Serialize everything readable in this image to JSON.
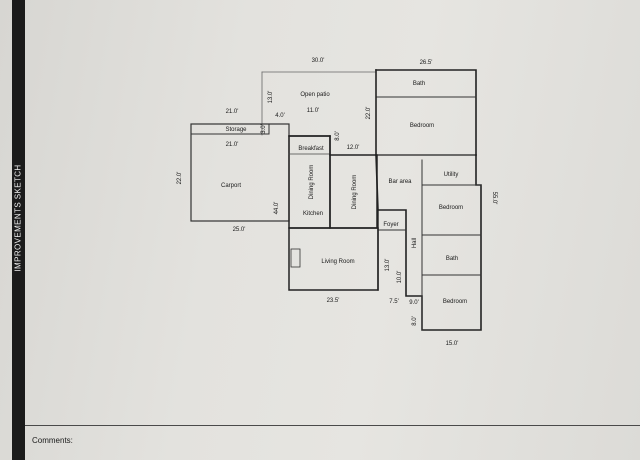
{
  "sidebar": {
    "title": "IMPROVEMENTS SKETCH"
  },
  "footer": {
    "comments_label": "Comments:"
  },
  "rooms": {
    "open_patio": "Open patio",
    "bath_top": "Bath",
    "bedroom_top": "Bedroom",
    "storage": "Storage",
    "breakfast": "Breakfast",
    "carport": "Carport",
    "dining_room_left": "Dining Room",
    "dining_room_right": "Dining Room",
    "kitchen": "Kitchen",
    "bar_area": "Bar area",
    "utility": "Utility",
    "bedroom_mid": "Bedroom",
    "foyer": "Foyer",
    "hall": "Hall",
    "living_room": "Living Room",
    "bath_bottom": "Bath",
    "bedroom_bottom": "Bedroom"
  },
  "dimensions": {
    "d_30": "30.0'",
    "d_26_5": "26.5'",
    "d_21_a": "21.0'",
    "d_21_b": "21.0'",
    "d_13_left": "13.0'",
    "d_4": "4.0'",
    "d_11": "11.0'",
    "d_22_right": "22.0'",
    "d_3": "3.0'",
    "d_8": "8.0'",
    "d_12": "12.0'",
    "d_22_left": "22.0'",
    "d_55": "55.0'",
    "d_44": "44.0'",
    "d_25": "25.0'",
    "d_13_mid": "13.0'",
    "d_10": "10.0'",
    "d_23_5": "23.5'",
    "d_7_5": "7.5'",
    "d_9": "9.0'",
    "d_8_bottom": "8.0'",
    "d_15": "15.0'"
  }
}
